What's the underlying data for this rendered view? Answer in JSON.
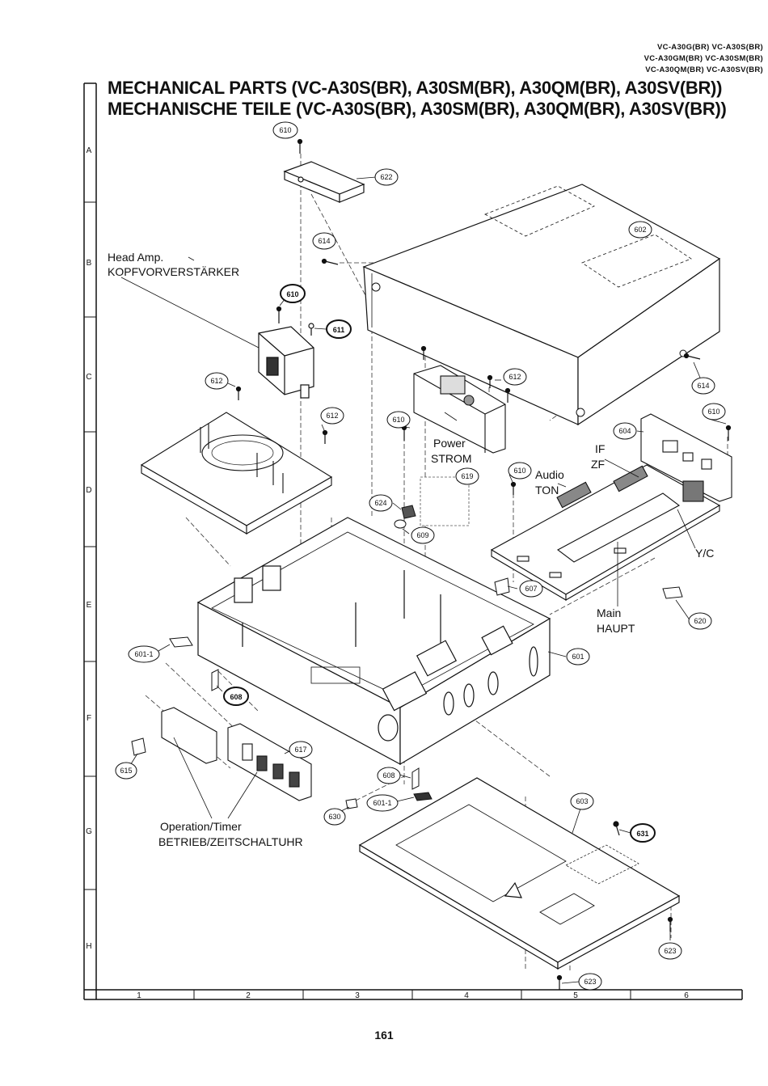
{
  "header": {
    "model_lines": [
      "VC-A30G(BR) VC-A30S(BR)",
      "VC-A30GM(BR) VC-A30SM(BR)",
      "VC-A30QM(BR) VC-A30SV(BR)"
    ],
    "title_en": "MECHANICAL PARTS (VC-A30S(BR), A30SM(BR), A30QM(BR), A30SV(BR))",
    "title_de": "MECHANISCHE TEILE (VC-A30S(BR), A30SM(BR), A30QM(BR), A30SV(BR))"
  },
  "grid": {
    "rows": [
      "A",
      "B",
      "C",
      "D",
      "E",
      "F",
      "G",
      "H"
    ],
    "cols": [
      "1",
      "2",
      "3",
      "4",
      "5",
      "6"
    ]
  },
  "labels": {
    "head_amp": "Head Amp.",
    "head_amp_de": "KOPFVORVERSTÄRKER",
    "power": "Power",
    "power_de": "STROM",
    "audio": "Audio",
    "audio_de": "TON",
    "if": "IF",
    "if_de": "ZF",
    "yc": "Y/C",
    "main": "Main",
    "main_de": "HAUPT",
    "operation": "Operation/Timer",
    "operation_de": "BETRIEB/ZEITSCHALTUHR"
  },
  "callouts": [
    {
      "id": "c610a",
      "text": "610"
    },
    {
      "id": "c622",
      "text": "622"
    },
    {
      "id": "c614a",
      "text": "614"
    },
    {
      "id": "c602",
      "text": "602"
    },
    {
      "id": "c610b",
      "text": "610"
    },
    {
      "id": "c611",
      "text": "611"
    },
    {
      "id": "c612a",
      "text": "612"
    },
    {
      "id": "c612b",
      "text": "612"
    },
    {
      "id": "c612c",
      "text": "612"
    },
    {
      "id": "c614b",
      "text": "614"
    },
    {
      "id": "c610c",
      "text": "610"
    },
    {
      "id": "c604",
      "text": "604"
    },
    {
      "id": "c610d",
      "text": "610"
    },
    {
      "id": "c610e",
      "text": "610"
    },
    {
      "id": "c619",
      "text": "619"
    },
    {
      "id": "c624",
      "text": "624"
    },
    {
      "id": "c609",
      "text": "609"
    },
    {
      "id": "c607",
      "text": "607"
    },
    {
      "id": "c620",
      "text": "620"
    },
    {
      "id": "c601a",
      "text": "601-1"
    },
    {
      "id": "c601",
      "text": "601"
    },
    {
      "id": "c608a",
      "text": "608"
    },
    {
      "id": "c617",
      "text": "617"
    },
    {
      "id": "c615",
      "text": "615"
    },
    {
      "id": "c608b",
      "text": "608"
    },
    {
      "id": "c601b",
      "text": "601-1"
    },
    {
      "id": "c630",
      "text": "630"
    },
    {
      "id": "c603",
      "text": "603"
    },
    {
      "id": "c631",
      "text": "631"
    },
    {
      "id": "c623a",
      "text": "623"
    },
    {
      "id": "c623b",
      "text": "623"
    }
  ],
  "page_number": "161"
}
